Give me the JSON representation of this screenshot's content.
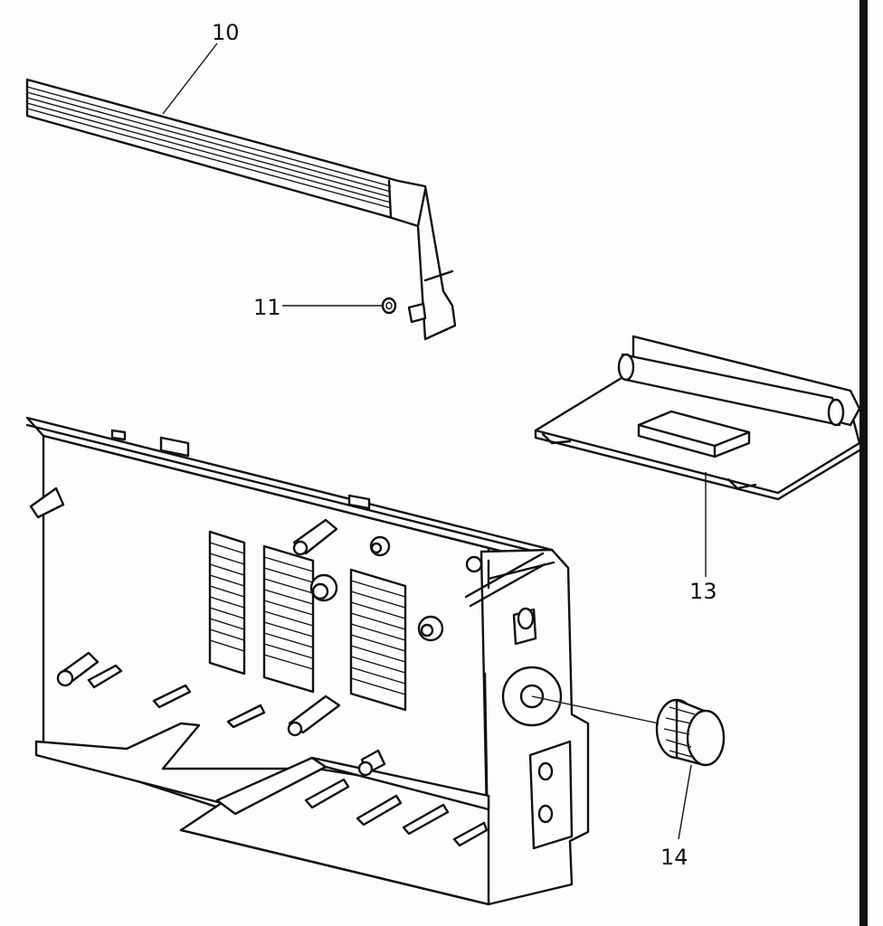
{
  "callouts": {
    "part_10": "10",
    "part_11": "11",
    "part_13": "13",
    "part_14": "14"
  },
  "colors": {
    "ink": "#111111",
    "paper": "#fdfdfb",
    "shade": "#c9c9c9"
  }
}
